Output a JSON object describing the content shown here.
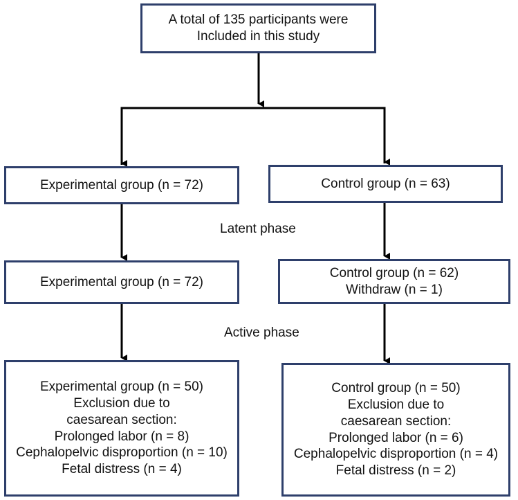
{
  "flowchart": {
    "top": {
      "lines": [
        "A total of 135 participants were",
        "Included in this study"
      ]
    },
    "experimental": {
      "allocation": [
        "Experimental group (n = 72)"
      ],
      "latent": [
        "Experimental group (n = 72)"
      ],
      "active": [
        "Experimental group (n = 50)",
        "Exclusion due to",
        "caesarean section:",
        "Prolonged labor (n = 8)",
        "Cephalopelvic disproportion (n = 10)",
        "Fetal distress (n = 4)"
      ]
    },
    "control": {
      "allocation": [
        "Control group (n = 63)"
      ],
      "latent": [
        "Control group (n = 62)",
        "Withdraw (n = 1)"
      ],
      "active": [
        "Control group (n = 50)",
        "Exclusion due to",
        "caesarean section:",
        "Prolonged labor (n = 6)",
        "Cephalopelvic disproportion (n = 4)",
        "Fetal distress (n = 2)"
      ]
    },
    "phases": {
      "latent": "Latent phase",
      "active": "Active phase"
    },
    "colors": {
      "box_border": "#2e3f6b",
      "connector": "#000000"
    }
  }
}
